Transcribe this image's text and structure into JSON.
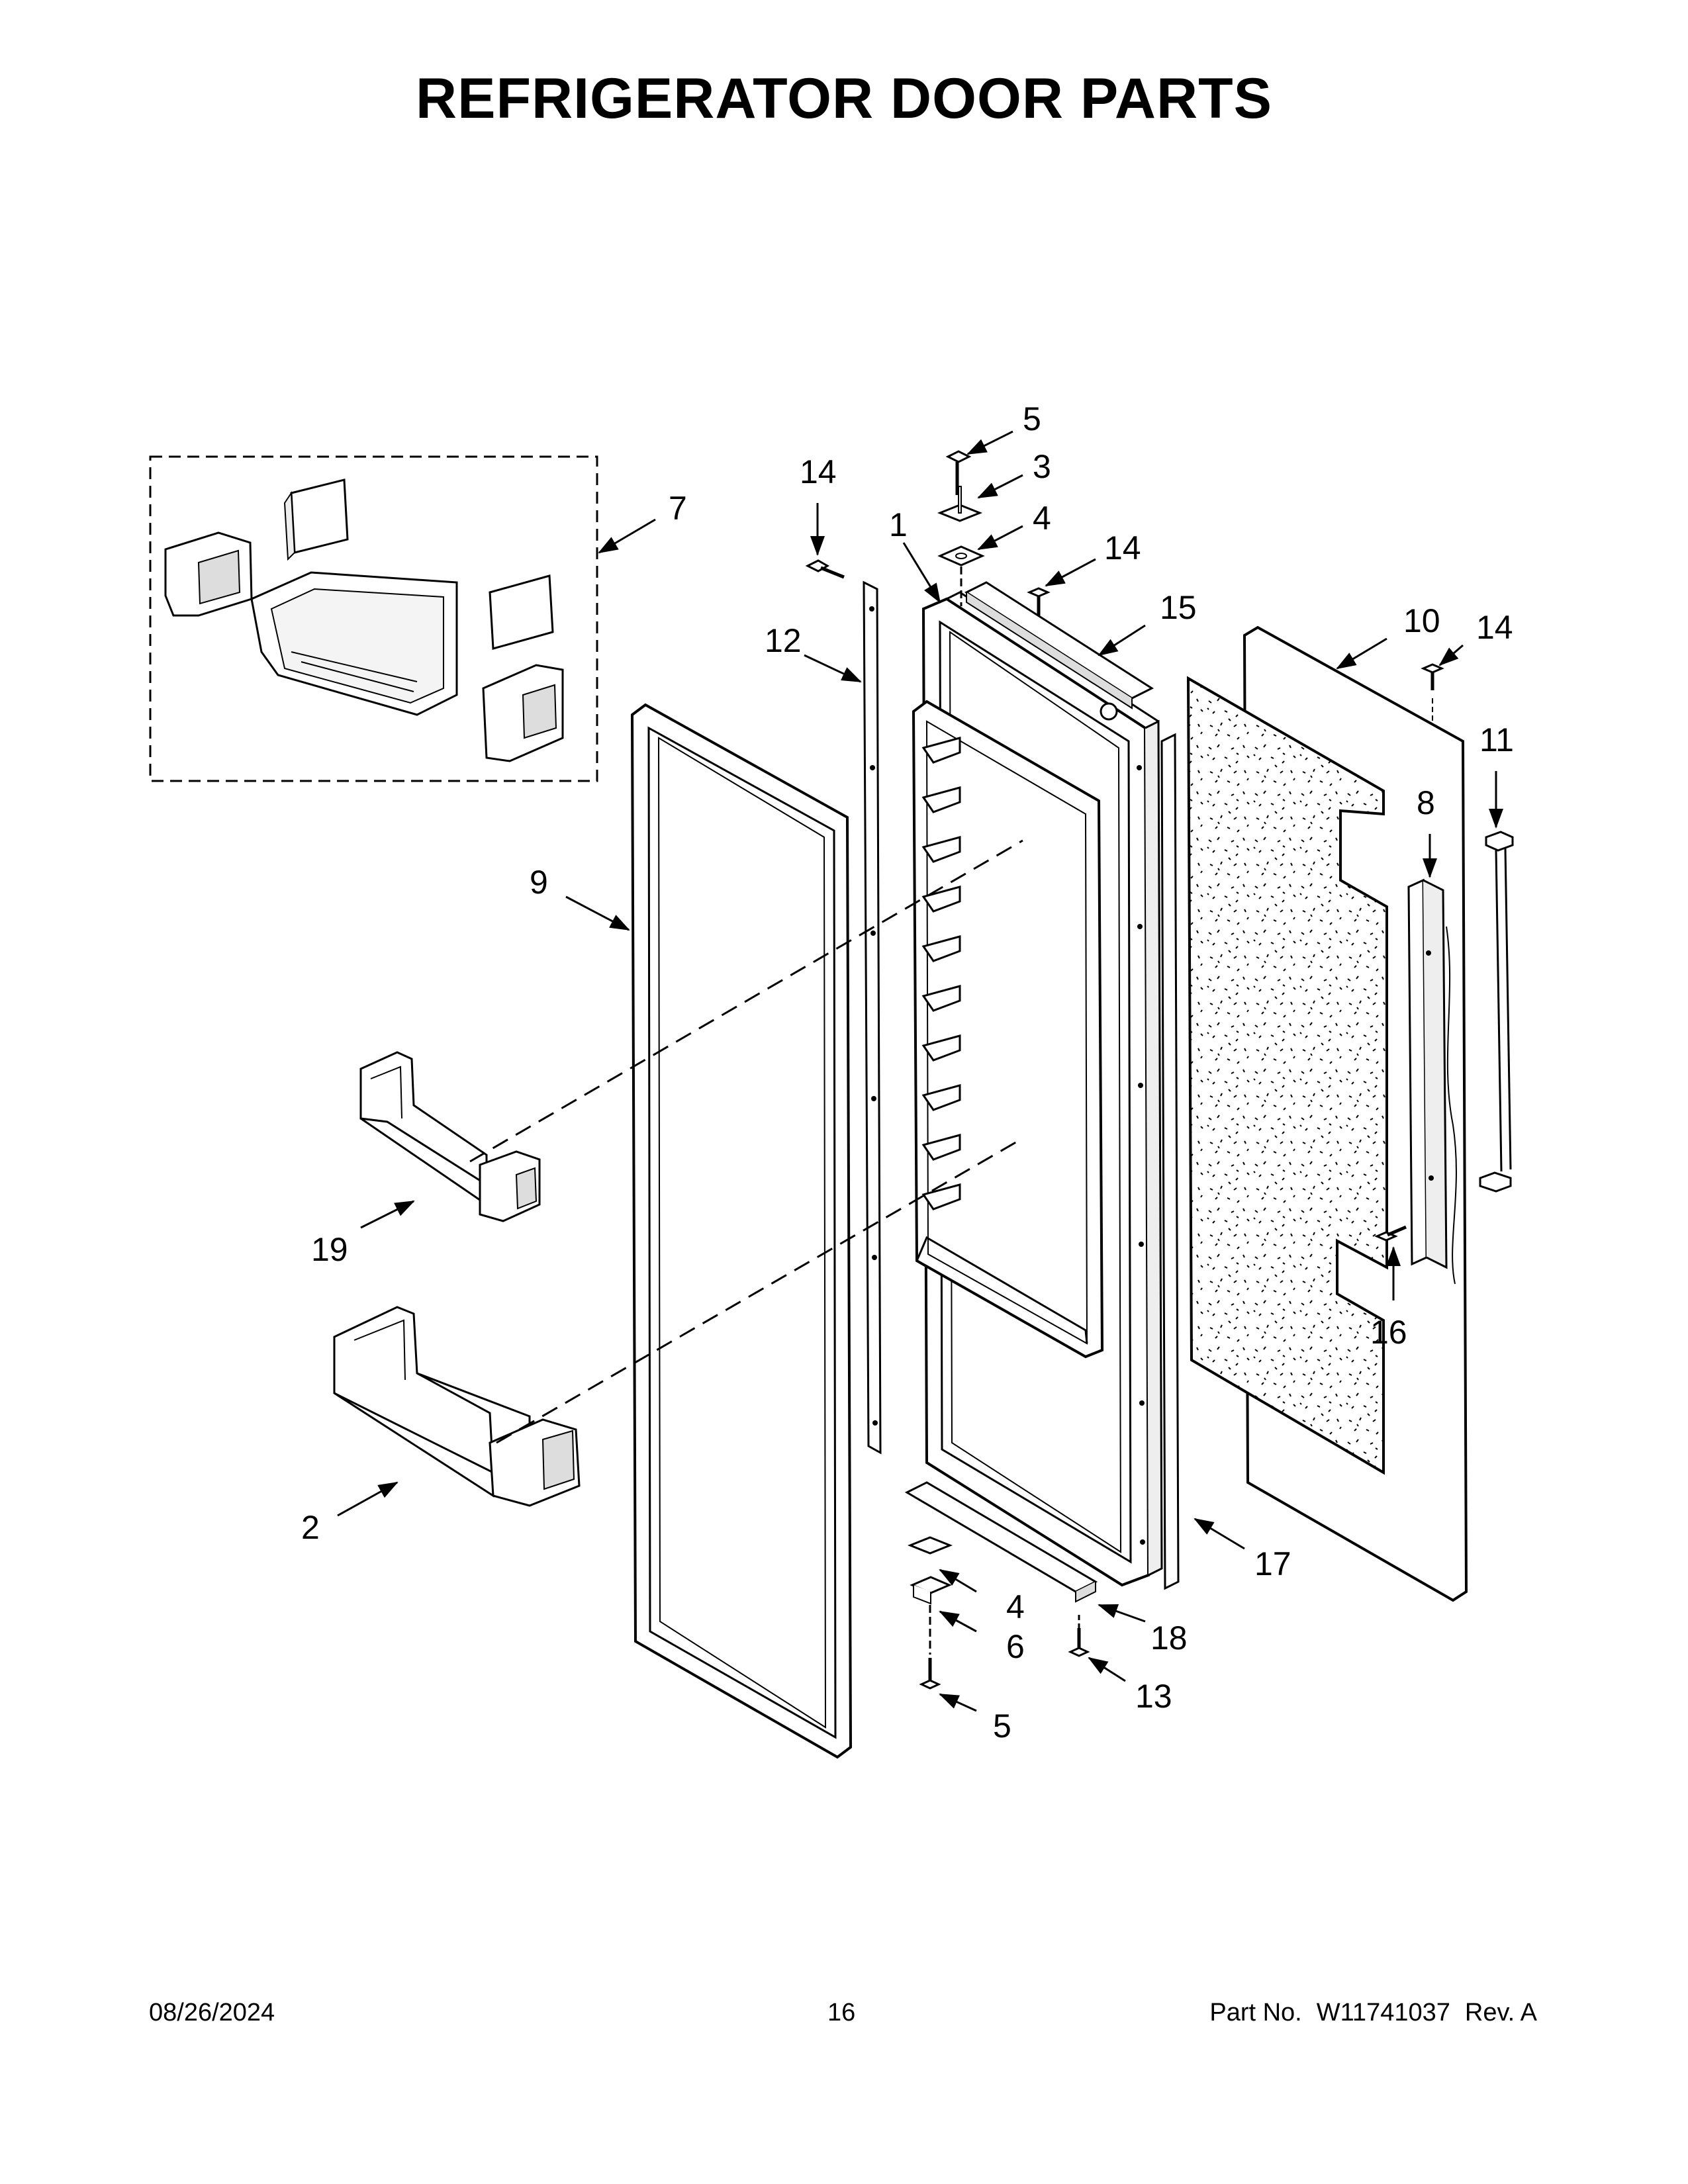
{
  "page": {
    "title": "REFRIGERATOR DOOR PARTS"
  },
  "footer": {
    "date": "08/26/2024",
    "page_number": "16",
    "part_no_label": "Part No.",
    "part_no": "W11741037",
    "rev": "Rev.  A"
  },
  "callouts": {
    "c1": "1",
    "c2": "2",
    "c3": "3",
    "c4_top": "4",
    "c4_bottom": "4",
    "c5_top": "5",
    "c5_bottom": "5",
    "c6": "6",
    "c7": "7",
    "c8": "8",
    "c9": "9",
    "c10": "10",
    "c11": "11",
    "c12": "12",
    "c13": "13",
    "c14_left": "14",
    "c14_center": "14",
    "c14_right": "14",
    "c15": "15",
    "c16": "16",
    "c17": "17",
    "c18": "18",
    "c19": "19"
  }
}
